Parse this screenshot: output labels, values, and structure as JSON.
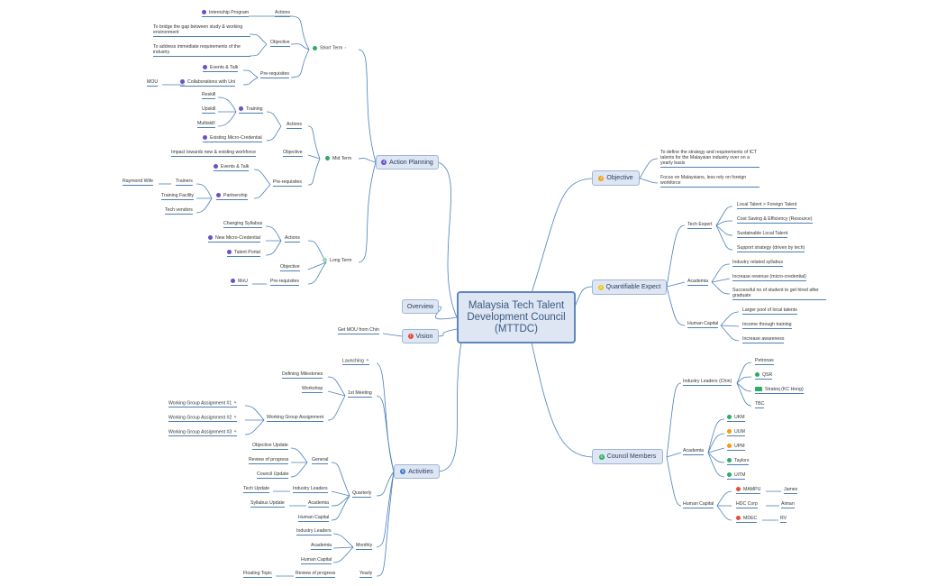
{
  "central": {
    "title": "Malaysia Tech Talent Development Council (MTTDC)"
  },
  "main_topics": {
    "overview": "Overview",
    "vision": "Vision",
    "vision_note": "Get MOU from Chin",
    "action_planning": "Action Planning",
    "activities": "Activities",
    "objective": "Objective",
    "quantifiable": "Quantifiable Expect",
    "council": "Council Members"
  },
  "action_planning": {
    "short_term": "Short Term",
    "mid_term": "Mid Term",
    "long_term": "Long Term",
    "st_actions": "Actions",
    "st_internship": "Internship Program",
    "st_objective": "Objective",
    "st_obj1": "To bridge the gap between study & working environment",
    "st_obj2": "To address immediate requirements of the industry",
    "st_prereq": "Pre-requisites",
    "st_events": "Events & Talk",
    "st_collab": "Collaborations with Uni",
    "st_mou": "MOU",
    "mt_actions": "Actions",
    "mt_training": "Training",
    "mt_reskill": "Reskill",
    "mt_upskill": "Upskill",
    "mt_multiskill": "Multiskill",
    "mt_existing": "Existing Micro-Credential",
    "mt_objective": "Objective",
    "mt_impact": "Impact towards new & existing workforce",
    "mt_prereq": "Pre-requisites",
    "mt_events": "Events & Talk",
    "mt_partnership": "Partnership",
    "mt_trainers": "Trainers",
    "mt_raymond": "Raymond Wife",
    "mt_facility": "Training Facility",
    "mt_vendors": "Tech vendors",
    "lt_actions": "Actions",
    "lt_syllabus": "Changing Syllabus",
    "lt_micro": "New Micro-Credential",
    "lt_portal": "Talent Portal",
    "lt_objective": "Objective",
    "lt_prereq": "Pre-requisites",
    "lt_mou": "MoU"
  },
  "activities": {
    "launching": "Launching",
    "first_meeting": "1st Meeting",
    "defining": "Defining Milestones",
    "workshop": "Workshop",
    "wga": "Working Group Assignment",
    "wga1": "Working Group Assignment #1",
    "wga2": "Working Group Assignment #2",
    "wga3": "Working Group Assignment #3",
    "quarterly": "Quarterly",
    "general": "General",
    "obj_update": "Objective Update",
    "review_progress": "Review of progress",
    "council_update": "Council Update",
    "industry_leaders": "Industry Leaders",
    "tech_update": "Tech Update",
    "academia": "Academia",
    "syllabus_update": "Syllabus Update",
    "human_capital": "Human Capital",
    "monthly": "Monthly",
    "m_industry": "Industry Leaders",
    "m_academia": "Academia",
    "m_human": "Human Capital",
    "yearly": "Yearly",
    "y_review": "Review of progress",
    "floating": "Floating Topic"
  },
  "objective": {
    "o1": "To define the strategy and requirements of ICT talents for the Malaysian industry over on a yearly basis",
    "o2": "Focus on Malaysians, less rely on foreign workforce"
  },
  "quantifiable": {
    "tech_expert": "Tech Expert",
    "te1": "Local Talent > Foreign Talent",
    "te2": "Cost Saving & Efficiency  (Resource)",
    "te3": "Sustainable Local Talent",
    "te4": "Support strategy (driven by tech)",
    "academia": "Academia",
    "ac1": "Industry related syllabus",
    "ac2": "Increase revenue (micro-credential)",
    "ac3": "Successful no of student to get hired after graduate",
    "human_capital": "Human Capital",
    "hc1": "Larger pool of local talents",
    "hc2": "Income through training",
    "hc3": "Increase awareness"
  },
  "council": {
    "industry": "Industry Leaders (Chin)",
    "petronas": "Petronas",
    "qsr": "QSR",
    "strateq": "Strateq (KC Hong)",
    "tbc": "TBC",
    "academia": "Academia",
    "ukm": "UKM",
    "uum": "UUM",
    "upm": "UPM",
    "taylors": "Taylors",
    "uitm": "UiTM",
    "human_capital": "Human Capital",
    "mampu": "MAMPU",
    "james": "James",
    "hdc": "HDC Corp",
    "aiman": "Aiman",
    "mdec": "MDEC",
    "rv": "RV"
  },
  "colors": {
    "line": "#4a7fb8",
    "box_fill": "#dde6f2",
    "box_border": "#9fb6d6",
    "purple": "#6a4fc6",
    "green": "#27ae60",
    "orange": "#f39c12",
    "red": "#e74c3c",
    "blue": "#3b78c2"
  }
}
